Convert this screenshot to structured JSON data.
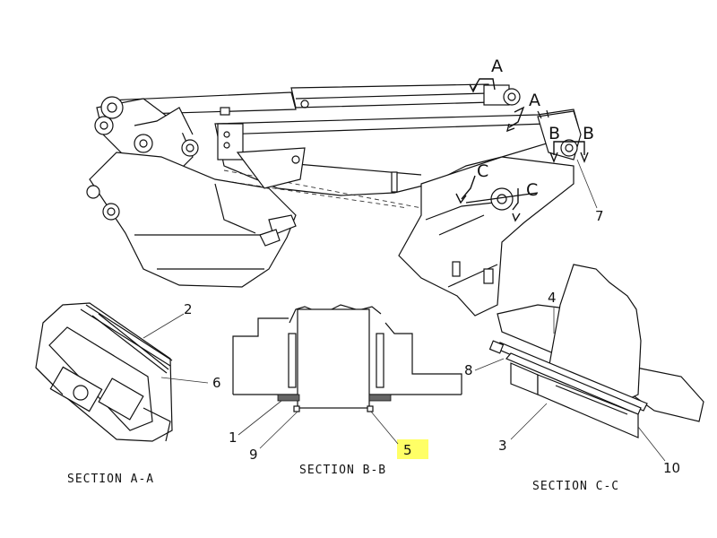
{
  "colors": {
    "highlight": "#ffff66",
    "ink": "#111111",
    "paper": "#ffffff"
  },
  "section_markers": {
    "a_upper": "A",
    "a_lower": "A",
    "b_left": "B",
    "b_right": "B",
    "c_left": "C",
    "c_right": "C"
  },
  "callouts": {
    "c1": "1",
    "c2": "2",
    "c3": "3",
    "c4": "4",
    "c5": "5",
    "c6": "6",
    "c7": "7",
    "c8": "8",
    "c9": "9",
    "c10": "10"
  },
  "highlighted_callout": "5",
  "captions": {
    "section_aa": "SECTION A-A",
    "section_bb": "SECTION B-B",
    "section_cc": "SECTION C-C"
  }
}
